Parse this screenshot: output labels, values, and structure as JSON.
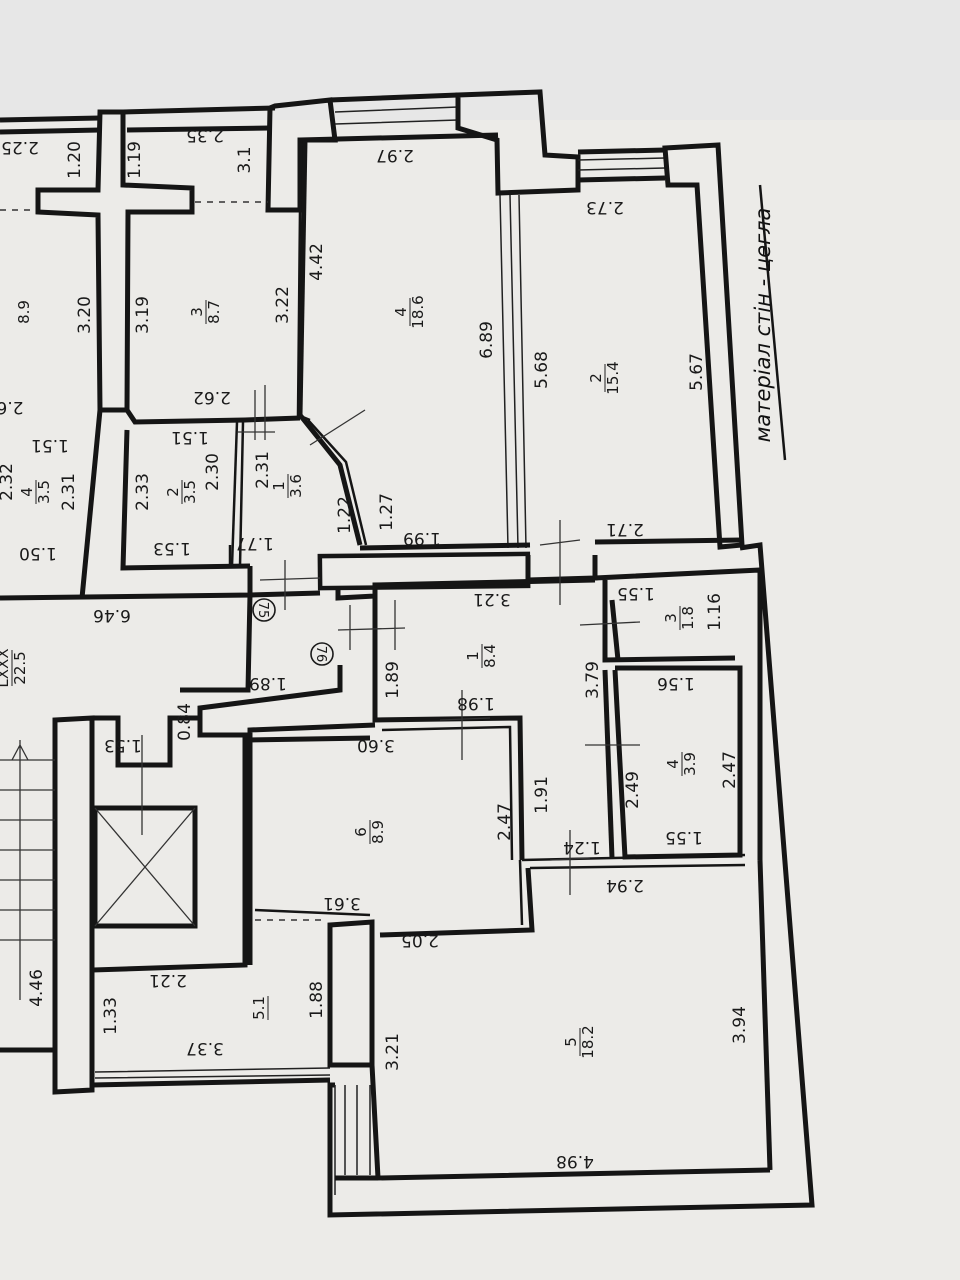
{
  "note": "матеріал стін - цегла",
  "axes": {
    "a75": "75",
    "a76": "76"
  },
  "rooms": {
    "r_left_top": {
      "num": "",
      "area": "8.9"
    },
    "r_left_mid": {
      "num": "4",
      "area": "3.5"
    },
    "r_col2_top": {
      "num": "3",
      "area": "8.7"
    },
    "r_col2_small": {
      "num": "2",
      "area": "3.5"
    },
    "r_hall_top": {
      "num": "1",
      "area": "3.6"
    },
    "r_big4": {
      "num": "4",
      "area": "18.6"
    },
    "r_big2": {
      "num": "2",
      "area": "15.4"
    },
    "r_hall": {
      "num": "1",
      "area": "8.4"
    },
    "r_bath3": {
      "num": "3",
      "area": "1.8"
    },
    "r_bath4": {
      "num": "4",
      "area": "3.9"
    },
    "r_kit6": {
      "num": "6",
      "area": "8.9"
    },
    "r_liv5": {
      "num": "5",
      "area": "18.2"
    },
    "r_stair": {
      "num": "LXXX",
      "area": "22.5"
    },
    "r_51": {
      "num": "5.1",
      "area": ""
    }
  },
  "dims": {
    "d225": "2.25",
    "d120": "1.20",
    "d119": "1.19",
    "d235": "2.35",
    "d31": "3.1",
    "d297": "2.97",
    "d273": "2.73",
    "d442": "4.42",
    "d320": "3.20",
    "d319": "3.19",
    "d322": "3.22",
    "d689": "6.89",
    "d568": "5.68",
    "d567": "5.67",
    "d262": "2.62",
    "d26": "2.6",
    "d151a": "1.51",
    "d151b": "1.51",
    "d232": "2.32",
    "d231a": "2.31",
    "d233": "2.33",
    "d230": "2.30",
    "d231b": "2.31",
    "d122": "1.22",
    "d127": "1.27",
    "d150": "1.50",
    "d153a": "1.53",
    "d177": "1.77",
    "d199": "1.99",
    "d271": "2.71",
    "d646": "6.46",
    "d321": "3.21",
    "d155a": "1.55",
    "d116": "1.16",
    "d189a": "1.89",
    "d189b": "1.89",
    "d379": "3.79",
    "d198": "1.98",
    "d156": "1.56",
    "d084": "0.84",
    "d153b": "1.53",
    "d360": "3.60",
    "d191": "1.91",
    "d249": "2.49",
    "d247a": "2.47",
    "d247b": "2.47",
    "d155b": "1.55",
    "d124": "1.24",
    "d294": "2.94",
    "d361": "3.61",
    "d205": "2.05",
    "d221": "2.21",
    "d446": "4.46",
    "d133": "1.33",
    "d188": "1.88",
    "d337": "3.37",
    "d321b": "3.21",
    "d394": "3.94",
    "d498": "4.98"
  }
}
